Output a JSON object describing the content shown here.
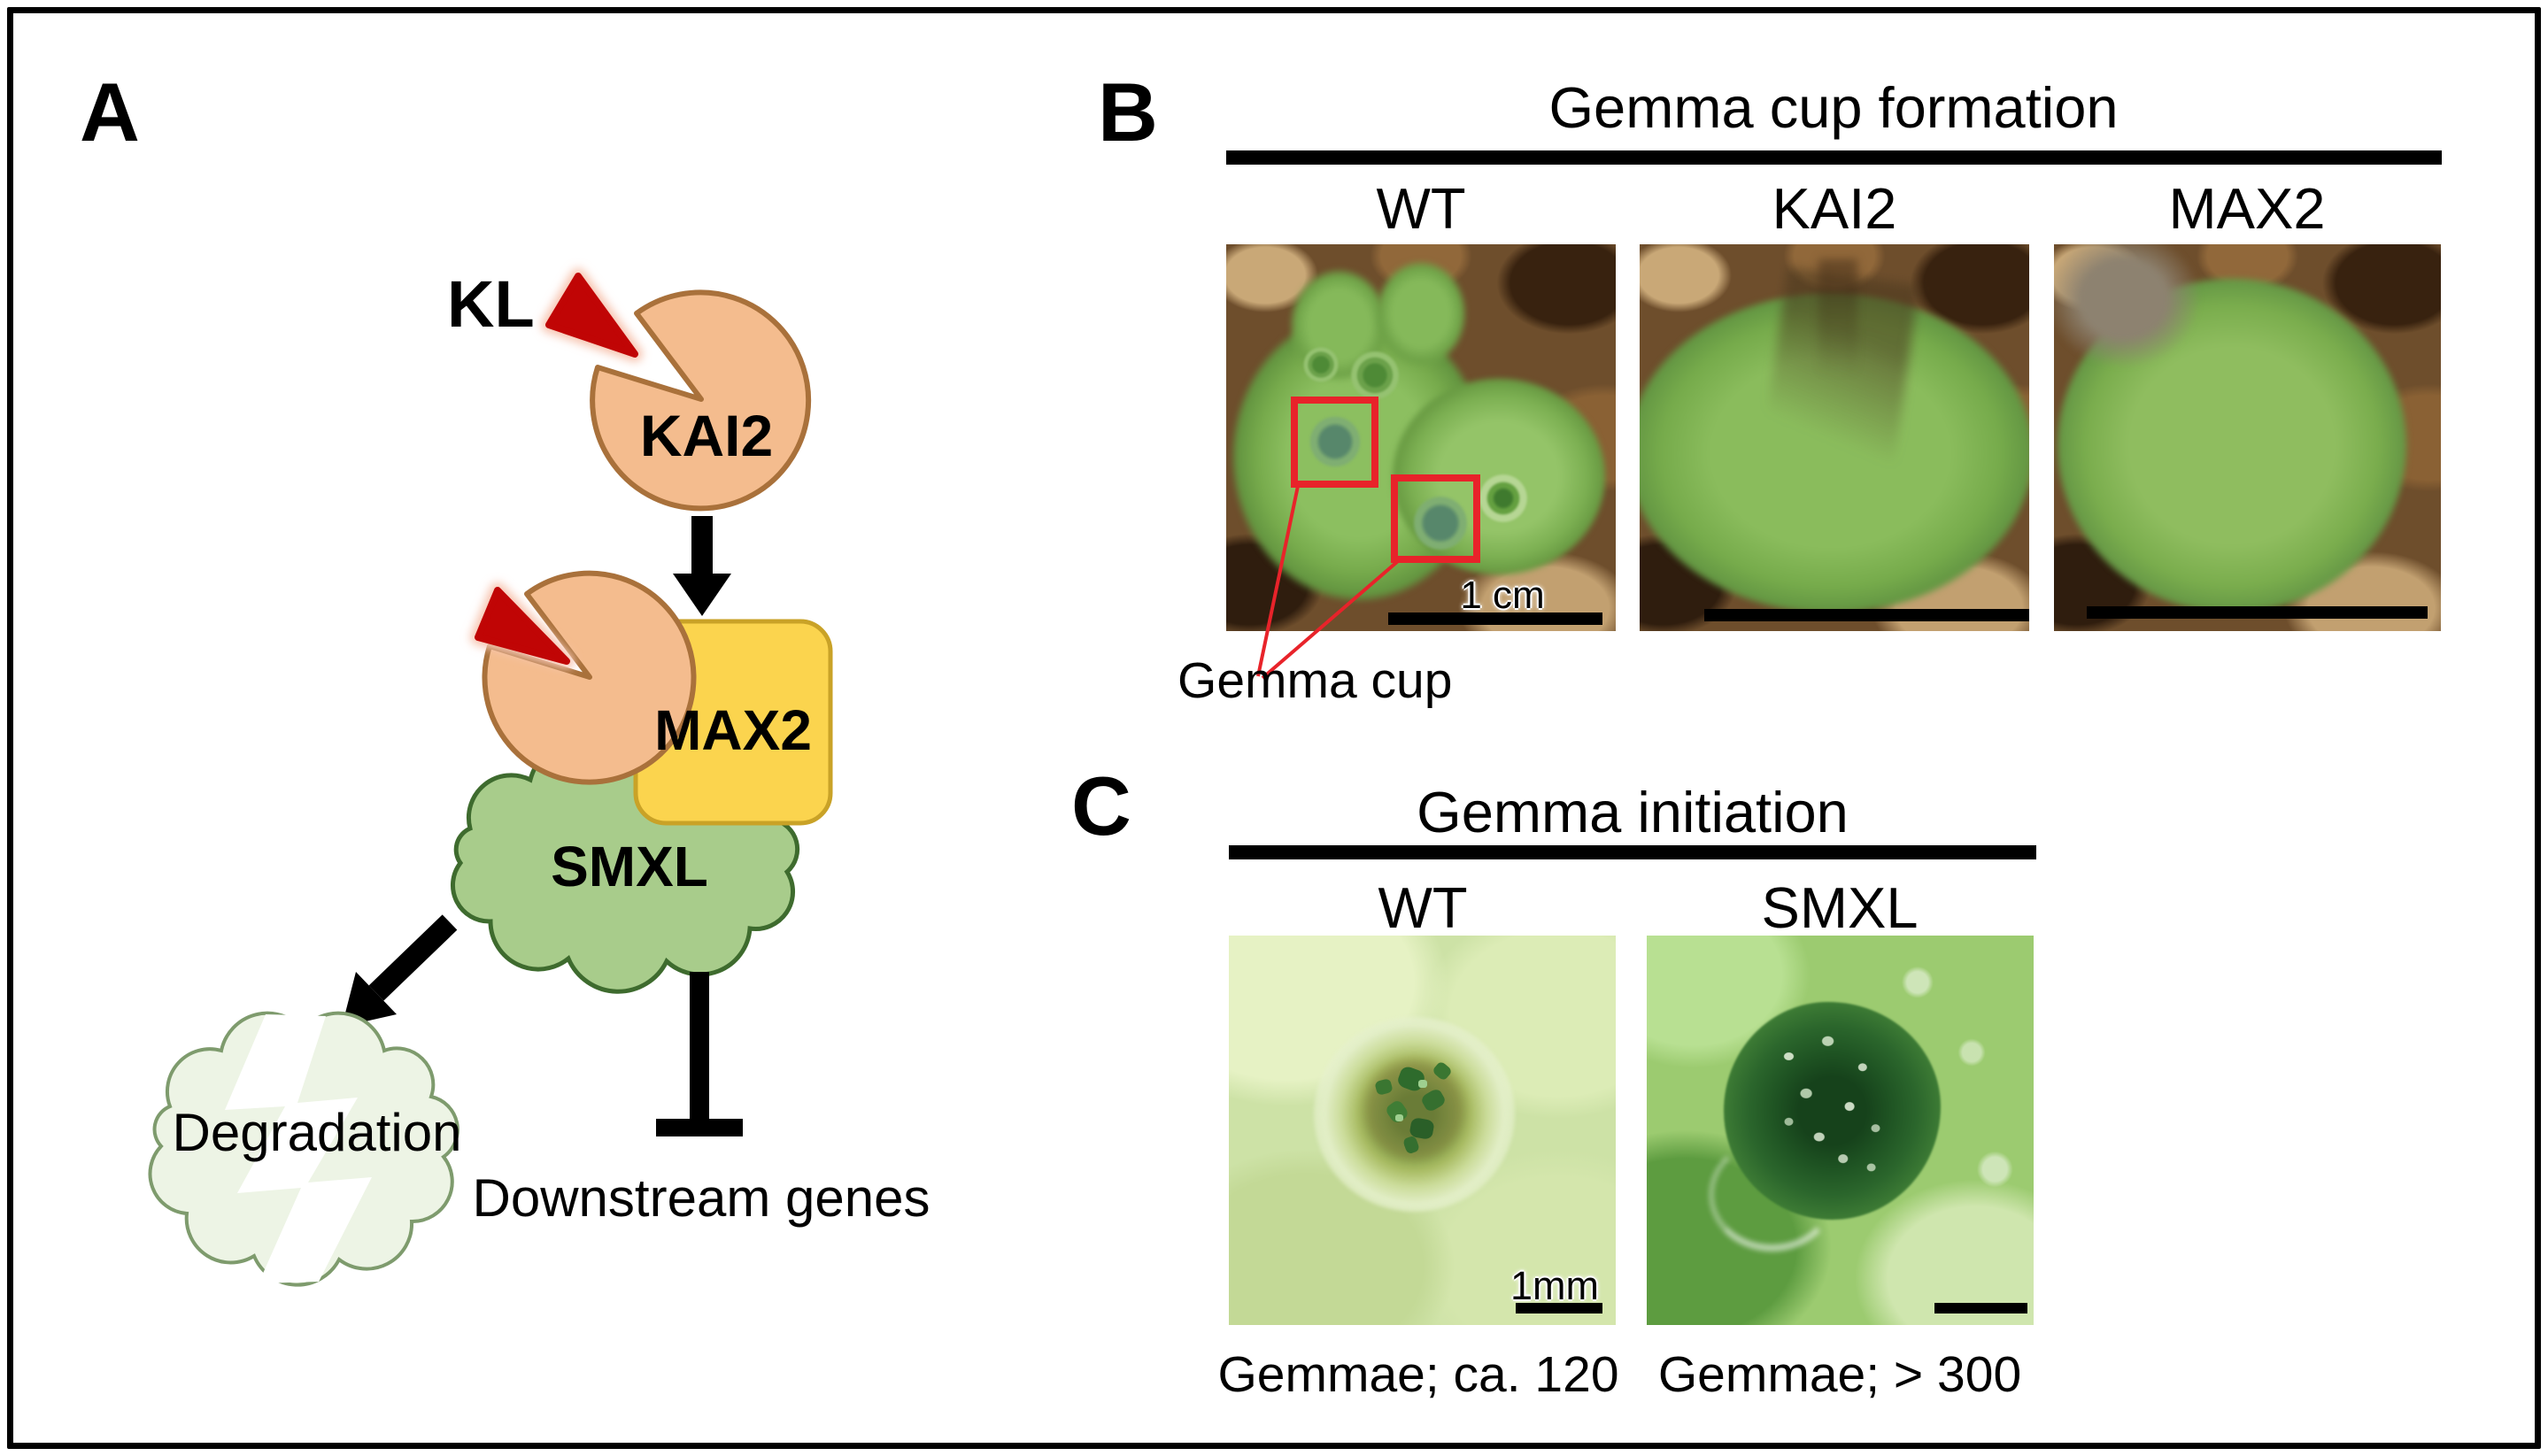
{
  "figure": {
    "panel_a": {
      "label": "A",
      "ligand_label": "KL",
      "receptor_label": "KAI2",
      "f_box_label": "MAX2",
      "repressor_label": "SMXL",
      "degradation_label": "Degradation",
      "downstream_label": "Downstream genes"
    },
    "panel_b": {
      "label": "B",
      "title": "Gemma cup formation",
      "columns": [
        {
          "label": "WT",
          "scale_bar": "1 cm"
        },
        {
          "label": "KAI2",
          "scale_bar": ""
        },
        {
          "label": "MAX2",
          "scale_bar": ""
        }
      ],
      "annotation": "Gemma cup"
    },
    "panel_c": {
      "label": "C",
      "title": "Gemma initiation",
      "columns": [
        {
          "label": "WT",
          "scale_bar": "1mm",
          "caption": "Gemmae; ca. 120"
        },
        {
          "label": "SMXL",
          "scale_bar": "",
          "caption": "Gemmae; > 300"
        }
      ]
    },
    "colors": {
      "annotation_red": "#e8232a",
      "ligand_red": "#c00505",
      "receptor_fill": "#f4bc8e",
      "receptor_stroke": "#a9713b",
      "max2_fill": "#fbd44e",
      "max2_stroke": "#c9a227",
      "smxl_fill": "#a8cc8b",
      "smxl_stroke": "#3e6b2e",
      "degraded_fill": "#edf4e5",
      "degraded_stroke": "#7e9b6d"
    }
  }
}
